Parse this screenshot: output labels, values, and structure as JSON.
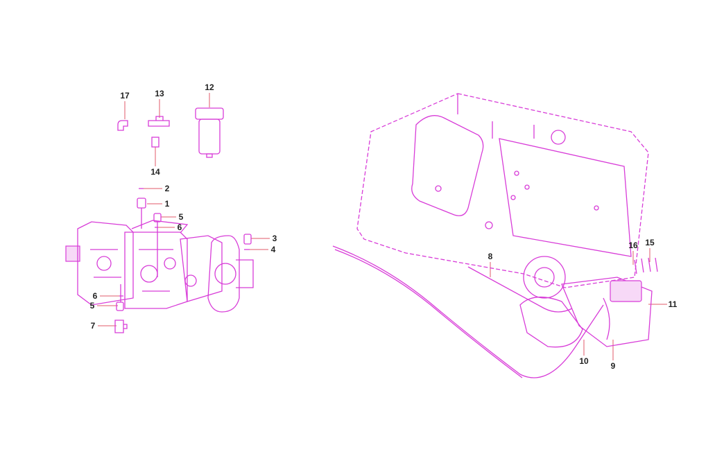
{
  "diagram": {
    "line_color": "#d83cd8",
    "leader_color": "#e05a6a",
    "callouts": [
      "17",
      "13",
      "12",
      "14",
      "2",
      "1",
      "5",
      "6",
      "3",
      "4",
      "6",
      "5",
      "7",
      "8",
      "16",
      "15",
      "11",
      "10",
      "9"
    ]
  }
}
